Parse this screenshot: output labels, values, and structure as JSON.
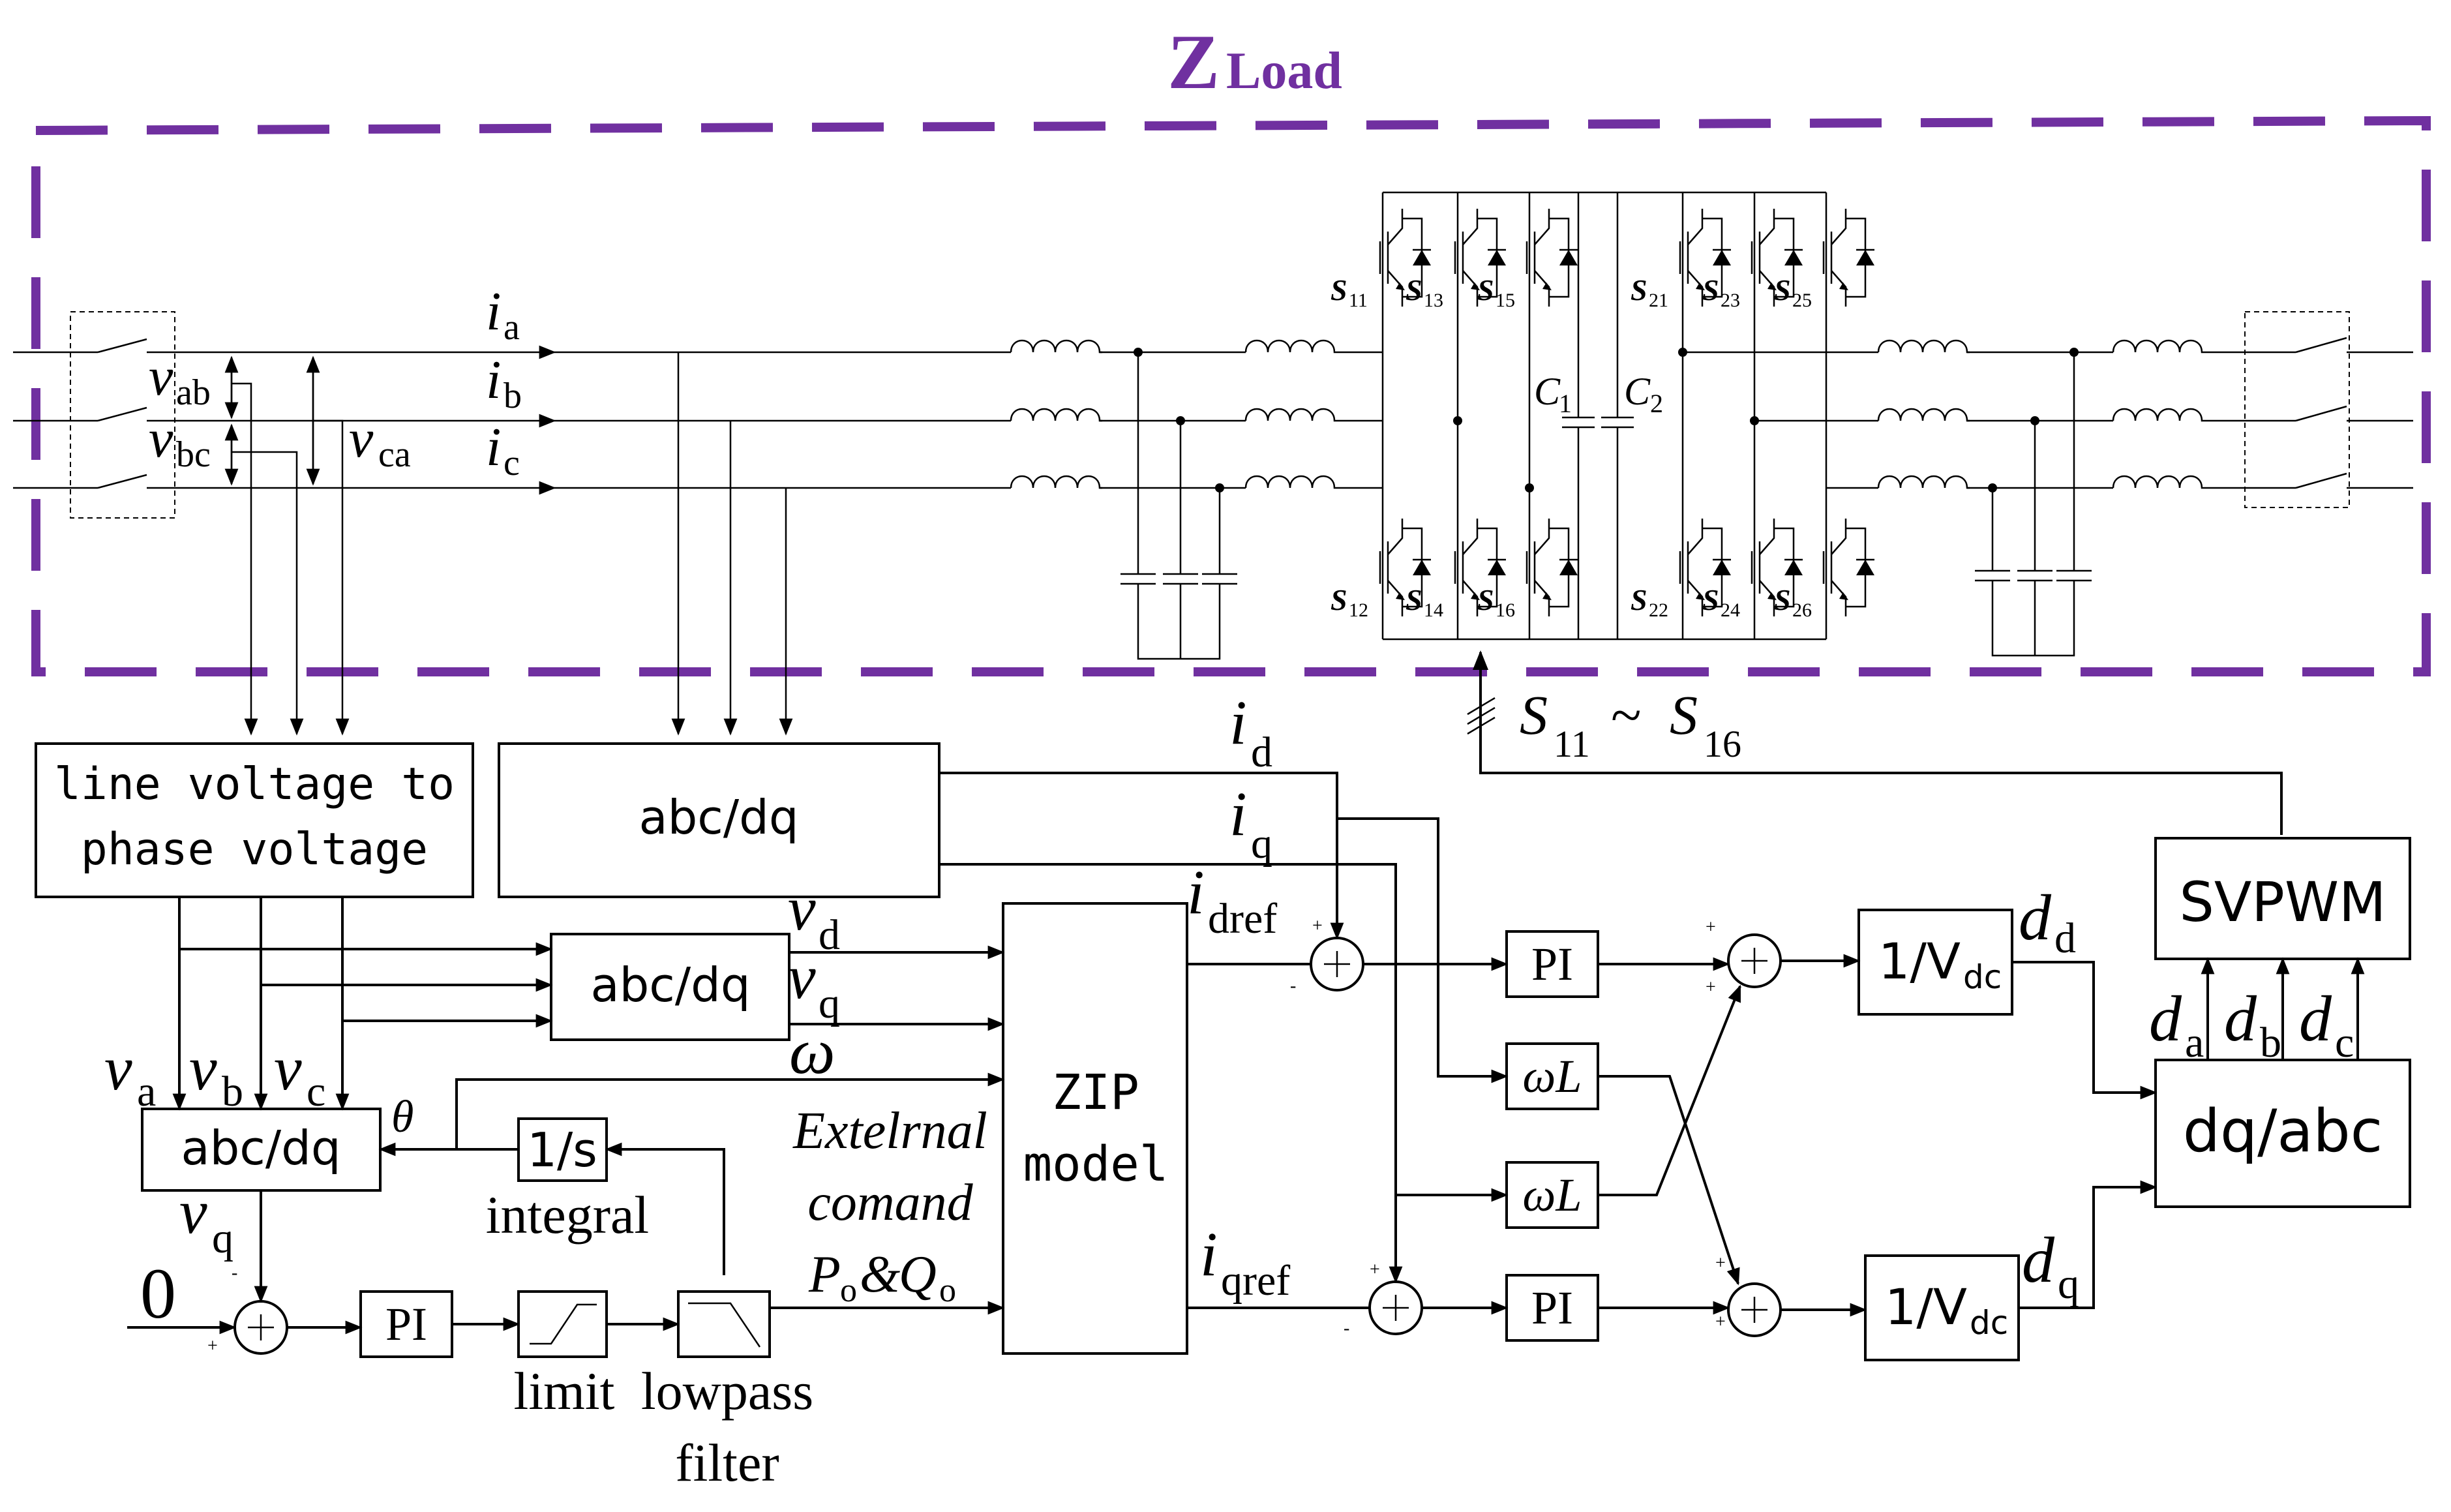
{
  "zload": {
    "main": "Z",
    "sub": "Load",
    "color": "#7030a0"
  },
  "currents": {
    "ia": "i",
    "ia_sub": "a",
    "ib": "i",
    "ib_sub": "b",
    "ic": "i",
    "ic_sub": "c"
  },
  "line_voltages": {
    "vab": "v",
    "vab_sub": "ab",
    "vbc": "v",
    "vbc_sub": "bc",
    "vca": "v",
    "vca_sub": "ca"
  },
  "switches_top": [
    {
      "s": "S",
      "n": "11"
    },
    {
      "s": "S",
      "n": "13"
    },
    {
      "s": "S",
      "n": "15"
    },
    {
      "s": "S",
      "n": "21"
    },
    {
      "s": "S",
      "n": "23"
    },
    {
      "s": "S",
      "n": "25"
    }
  ],
  "switches_bottom": [
    {
      "s": "S",
      "n": "12"
    },
    {
      "s": "S",
      "n": "14"
    },
    {
      "s": "S",
      "n": "16"
    },
    {
      "s": "S",
      "n": "22"
    },
    {
      "s": "S",
      "n": "24"
    },
    {
      "s": "S",
      "n": "26"
    }
  ],
  "capacitors": {
    "c1": "C",
    "c1_sub": "1",
    "c2": "C",
    "c2_sub": "2"
  },
  "switch_range": {
    "a": "S",
    "a_sub": "11",
    "tilde": "~",
    "b": "S",
    "b_sub": "16"
  },
  "blocks": {
    "line_to_phase_1": "line voltage to",
    "line_to_phase_2": "phase voltage",
    "abc_dq": "abc/dq",
    "zip_1": "ZIP",
    "zip_2": "model",
    "pi": "PI",
    "omega_l": "ωL",
    "inv_vdc": "1/V",
    "inv_vdc_sub": "dc",
    "svpwm": "SVPWM",
    "dq_abc": "dq/abc",
    "integrator": "1/s"
  },
  "signals": {
    "id": "i",
    "id_sub": "d",
    "iq": "i",
    "iq_sub": "q",
    "idref": "i",
    "idref_sub": "dref",
    "iqref": "i",
    "iqref_sub": "qref",
    "vd": "v",
    "vd_sub": "d",
    "vq": "v",
    "vq_sub": "q",
    "omega": "ω",
    "theta": "θ",
    "va": "v",
    "va_sub": "a",
    "vb": "v",
    "vb_sub": "b",
    "vc": "v",
    "vc_sub": "c",
    "vq2": "v",
    "vq2_sub": "q",
    "dd": "d",
    "dd_sub": "d",
    "dq": "d",
    "dq_sub": "q",
    "da": "d",
    "da_sub": "a",
    "db": "d",
    "db_sub": "b",
    "dc": "d",
    "dc_sub": "c",
    "zero": "0"
  },
  "labels": {
    "integral": "integral",
    "limit": "limit",
    "lowpass_1": "lowpass",
    "lowpass_2": "filter",
    "external_1": "Extelrnal",
    "external_2": "comand",
    "po": "P",
    "po_sub": "o",
    "amp": "&",
    "qo": "Q",
    "qo_sub": "o"
  }
}
